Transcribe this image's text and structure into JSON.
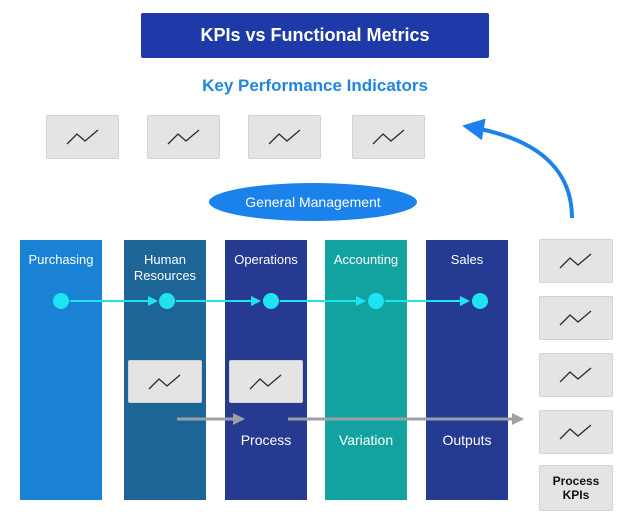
{
  "header": {
    "title": "KPIs vs Functional Metrics"
  },
  "subtitle": "Key Performance Indicators",
  "general_management": "General Management",
  "columns": [
    {
      "label": "Purchasing",
      "color": "#1a82d4"
    },
    {
      "label": "Human\nResources",
      "color": "#1d6596"
    },
    {
      "label": "Operations",
      "color": "#273a92"
    },
    {
      "label": "Accounting",
      "color": "#12a3a0"
    },
    {
      "label": "Sales",
      "color": "#253a92"
    }
  ],
  "bottom_labels": {
    "process": "Process",
    "variation": "Variation",
    "outputs": "Outputs"
  },
  "process_kpis": "Process\nKPIs",
  "colors": {
    "title_bg": "#1e3aa8",
    "accent_blue": "#1a82ea",
    "flow_cyan": "#1fe3f0",
    "gray_arrow": "#9aa0a6",
    "card_bg": "#e4e4e4"
  },
  "icons": {
    "kpi_card": "trend-line-icon",
    "return_arrow": "curved-arrow-up-icon"
  }
}
